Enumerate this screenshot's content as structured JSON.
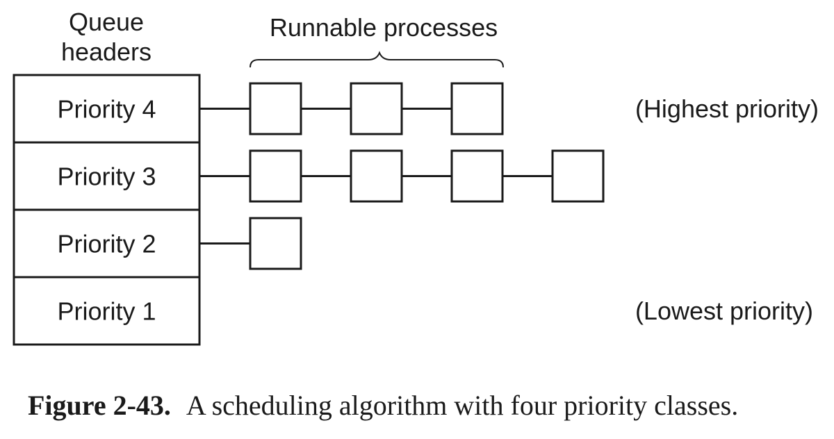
{
  "header": {
    "queue_headers_line1": "Queue",
    "queue_headers_line2": "headers",
    "runnable_label": "Runnable processes"
  },
  "queues": [
    {
      "label": "Priority 4",
      "process_count": 3
    },
    {
      "label": "Priority 3",
      "process_count": 4
    },
    {
      "label": "Priority 2",
      "process_count": 1
    },
    {
      "label": "Priority 1",
      "process_count": 0
    }
  ],
  "annotations": {
    "highest": "(Highest priority)",
    "lowest": "(Lowest priority)"
  },
  "caption": {
    "label": "Figure 2-43.",
    "text": "A scheduling algorithm with four priority classes."
  },
  "colors": {
    "ink": "#1a1a1a",
    "background": "#ffffff"
  }
}
